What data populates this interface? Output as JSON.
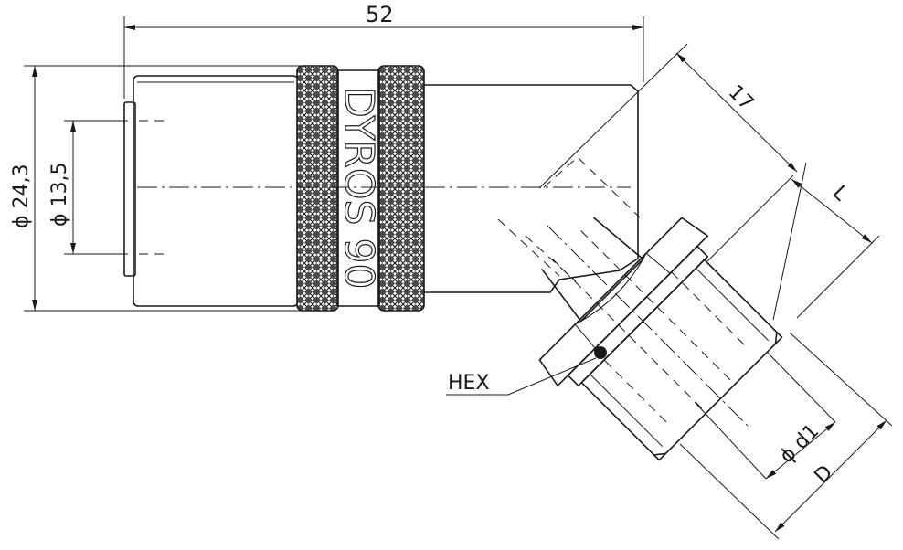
{
  "brand": "DYROS 90",
  "dimensions": {
    "overall_length": "52",
    "outer_diameter": "ϕ 24,3",
    "inner_diameter": "ϕ 13,5",
    "angled_length": "17",
    "thread_length": "L",
    "thread_bore": "ϕ d1",
    "thread_diameter": "D"
  },
  "callouts": {
    "hex": "HEX"
  }
}
